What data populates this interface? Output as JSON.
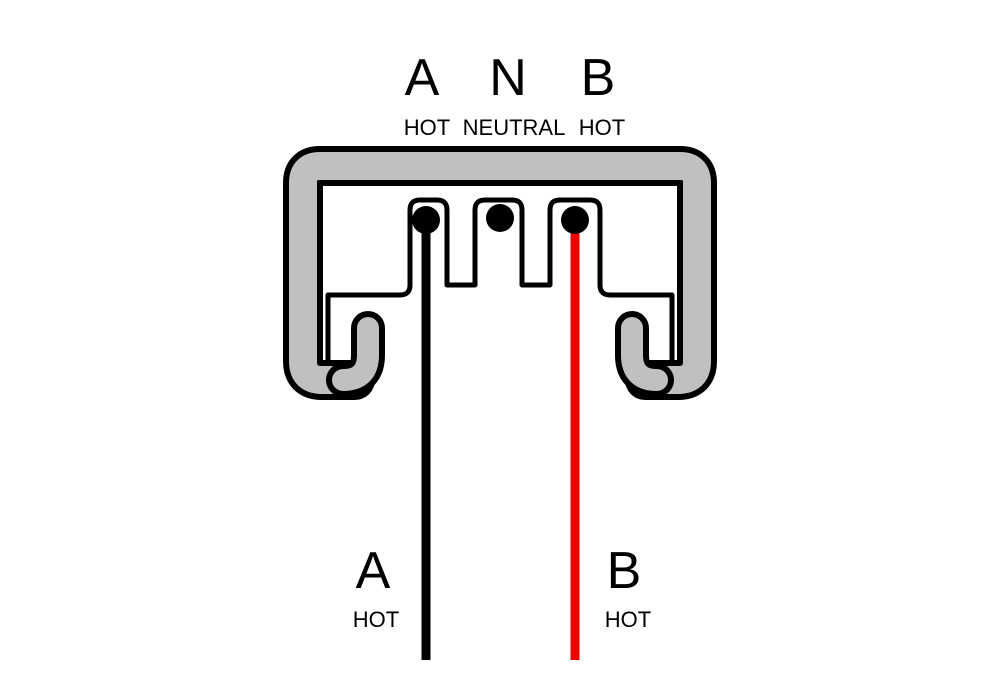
{
  "top_labels": {
    "a": {
      "letter": "A",
      "role": "HOT"
    },
    "n": {
      "letter": "N",
      "role": "NEUTRAL"
    },
    "b": {
      "letter": "B",
      "role": "HOT"
    }
  },
  "bottom_labels": {
    "a": {
      "letter": "A",
      "role": "HOT"
    },
    "b": {
      "letter": "B",
      "role": "HOT"
    }
  },
  "colors": {
    "track_fill": "#c0c0c0",
    "outline": "#000000",
    "wire_a": "#000000",
    "wire_b": "#ee0000"
  }
}
